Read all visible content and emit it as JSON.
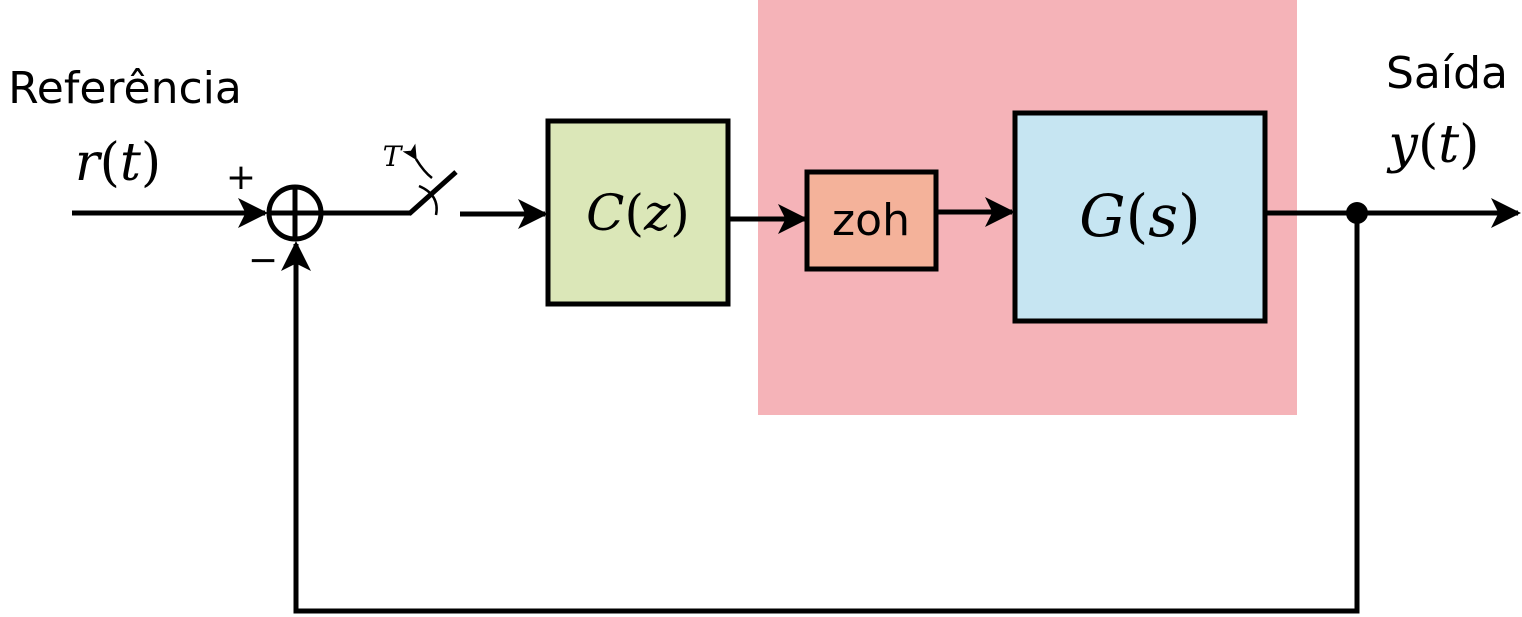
{
  "input": {
    "label": "Referência",
    "signal": {
      "symbol": "r",
      "argument": "t"
    },
    "plus_sign": "+"
  },
  "feedback": {
    "minus_sign": "−"
  },
  "sampler": {
    "period": "T"
  },
  "controller": {
    "name": "C",
    "argument": "z",
    "color": "#dbe7b8"
  },
  "hold": {
    "label": "zoh",
    "color": "#f4b29a"
  },
  "plant": {
    "name": "G",
    "argument": "s",
    "color": "#c6e5f2"
  },
  "region": {
    "color": "#f5b3b8"
  },
  "output": {
    "label": "Saída",
    "signal": {
      "symbol": "y",
      "argument": "t"
    }
  }
}
